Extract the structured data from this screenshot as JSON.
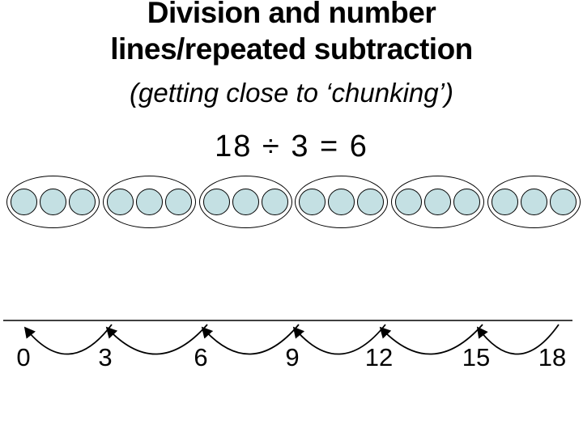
{
  "slide": {
    "title_line1": "Division and number",
    "title_line2": "lines/repeated subtraction",
    "subtitle": "(getting close to ‘chunking’)",
    "equation": "18 ÷ 3 = 6"
  },
  "grouping_diagram": {
    "group_count": 6,
    "circles_per_group": 3,
    "circle_fill_color": "#c4e0e3",
    "outline_color": "#000000"
  },
  "number_line": {
    "tick_labels": [
      "0",
      "3",
      "6",
      "9",
      "12",
      "15",
      "18"
    ],
    "jump_count": 6,
    "jump_size": 3,
    "arrow_direction": "right-to-left"
  }
}
